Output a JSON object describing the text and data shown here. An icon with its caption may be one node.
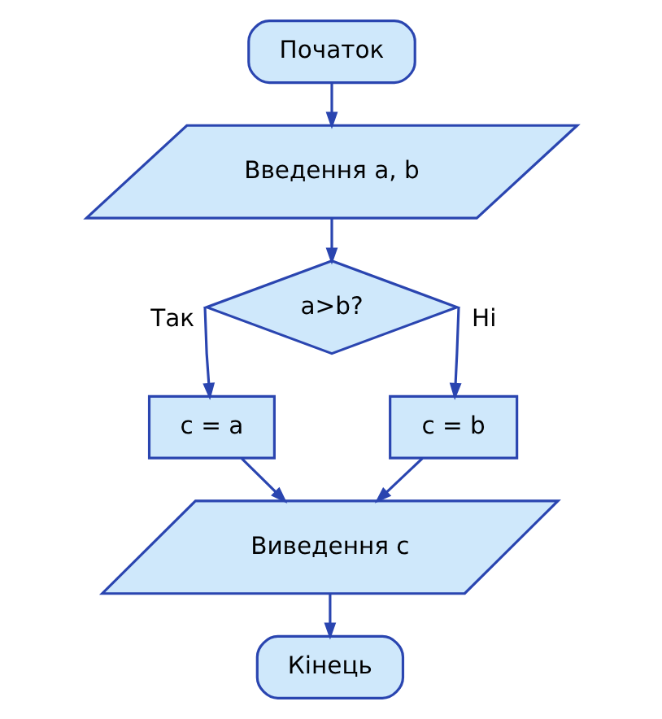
{
  "diagram": {
    "nodes": [
      {
        "text": [
          "Початок"
        ]
      },
      {
        "text": [
          "Введення a, b"
        ]
      },
      {
        "text": [
          "a>b?"
        ]
      },
      {
        "text": [
          "c = a"
        ]
      },
      {
        "text": [
          "c = b"
        ]
      },
      {
        "text": [
          "Виведення c"
        ]
      },
      {
        "text": [
          "Кінець"
        ]
      }
    ],
    "edges": [
      {
        "from": 0,
        "to": 1,
        "arrow": "to"
      },
      {
        "from": 1,
        "to": 2,
        "arrow": "to"
      },
      {
        "from": 2,
        "to": 3,
        "arrow": "to",
        "label": "Так"
      },
      {
        "from": 2,
        "to": 4,
        "arrow": "to",
        "label": "Ні"
      },
      {
        "from": 3,
        "to": 5,
        "arrow": "to"
      },
      {
        "from": 4,
        "to": 5,
        "arrow": "to"
      },
      {
        "from": 5,
        "to": 6,
        "arrow": "to"
      }
    ]
  }
}
